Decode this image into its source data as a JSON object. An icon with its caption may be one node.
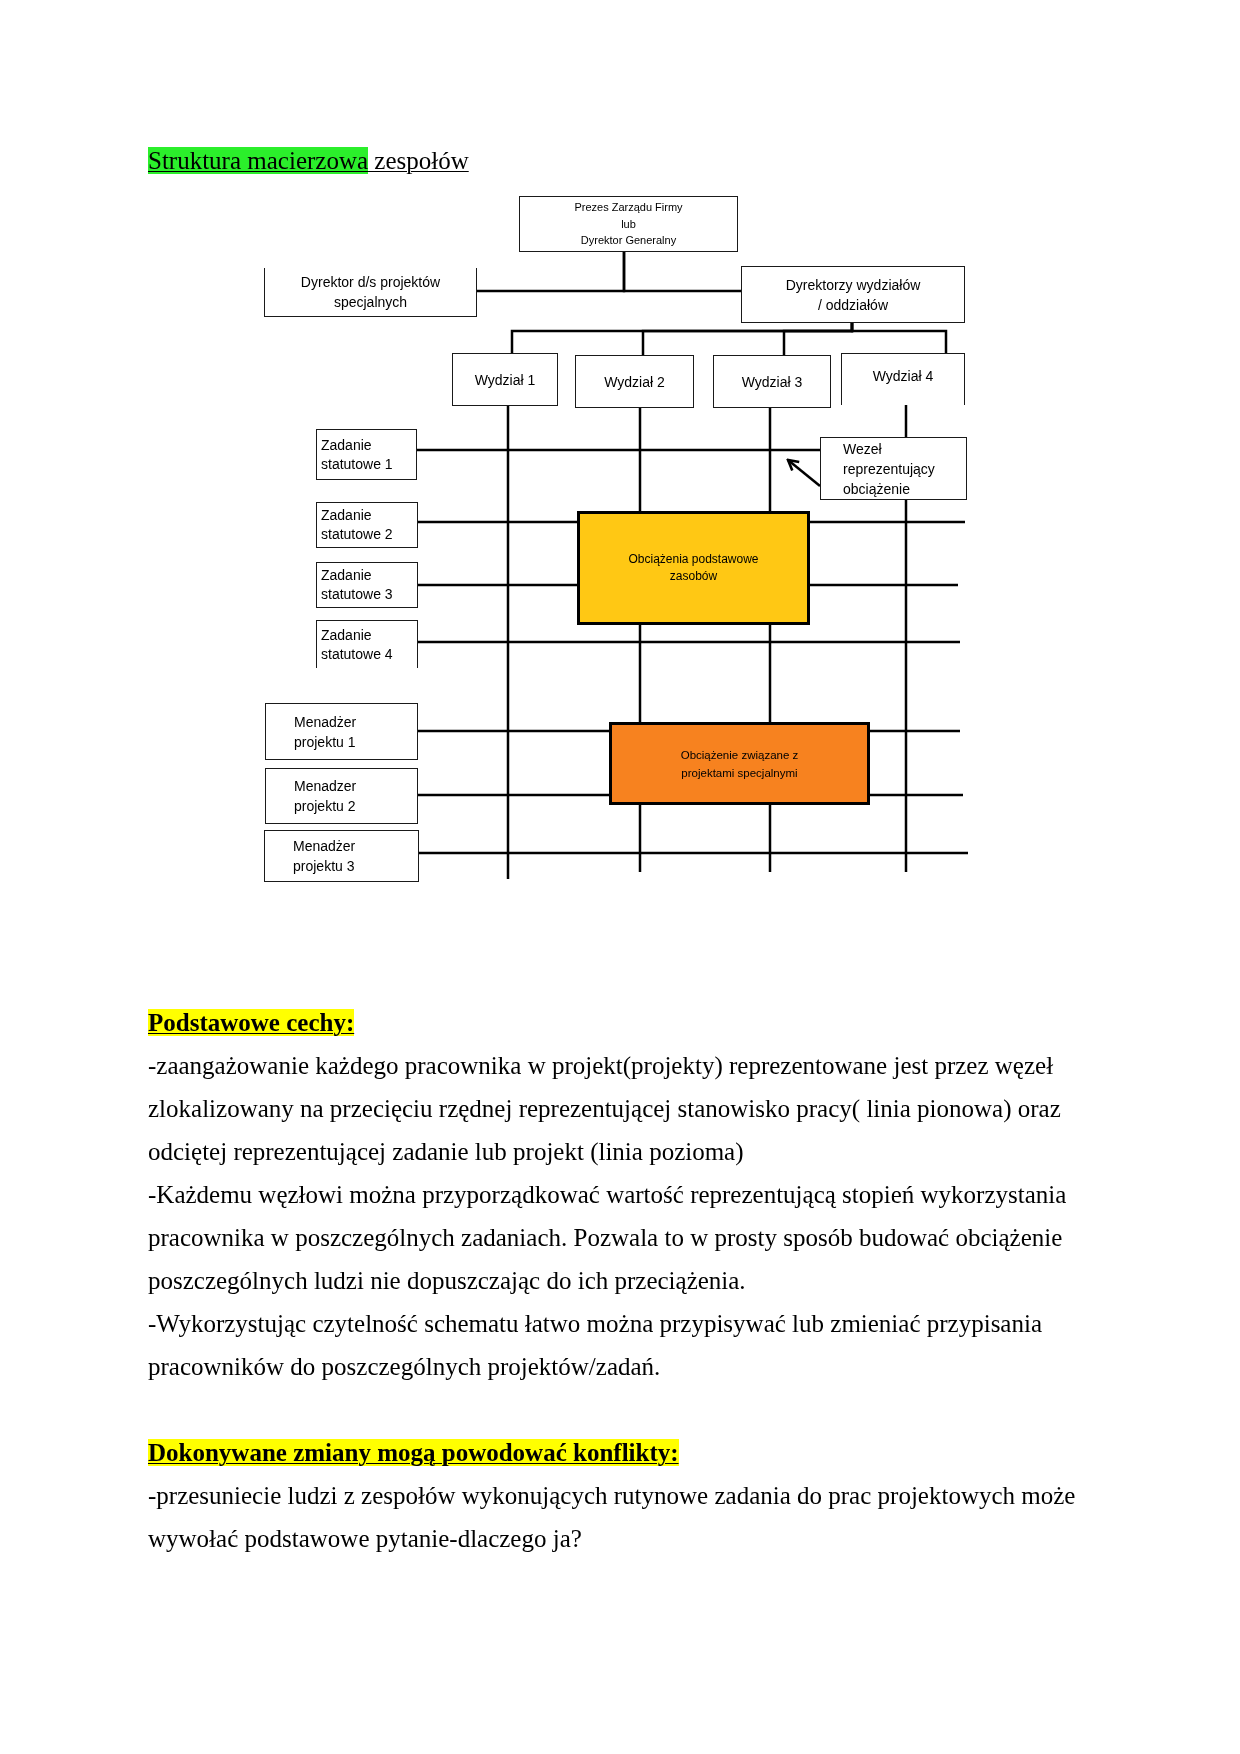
{
  "diagram": {
    "title": "Struktura macierzowa zespołów",
    "nodes": [
      {
        "text": [
          "Prezes Zarządu Firmy",
          "lub",
          "Dyrektor Generalny"
        ]
      },
      {
        "text": [
          "Dyrektor d/s projektów specjalnych"
        ]
      },
      {
        "text": [
          "Dyrektorzy wydziałów / oddziałów"
        ]
      },
      {
        "text": [
          "Wydział 1"
        ]
      },
      {
        "text": [
          "Wydział 2"
        ]
      },
      {
        "text": [
          "Wydział 3"
        ]
      },
      {
        "text": [
          "Wydział 4"
        ]
      },
      {
        "text": [
          "Zadanie statutowe 1"
        ]
      },
      {
        "text": [
          "Wezeł reprezentujący obciążenie"
        ]
      },
      {
        "text": [
          "Zadanie statutowe 2"
        ]
      },
      {
        "text": [
          "Obciążenia podstawowe zasobów"
        ]
      },
      {
        "text": [
          "Zadanie statutowe 3"
        ]
      },
      {
        "text": [
          "Zadanie statutowe 4"
        ]
      },
      {
        "text": [
          "Menadżer projektu 1"
        ]
      },
      {
        "text": [
          "Obciążenie związane z projektami specjalnymi"
        ]
      },
      {
        "text": [
          "Menadzer projektu 2"
        ]
      },
      {
        "text": [
          "Menadżer projektu 3"
        ]
      }
    ],
    "edges": [
      {
        "from": 0,
        "to": 1,
        "arrow": "none"
      },
      {
        "from": 0,
        "to": 2,
        "arrow": "none"
      },
      {
        "from": 2,
        "to": 3,
        "arrow": "none"
      },
      {
        "from": 2,
        "to": 4,
        "arrow": "none"
      },
      {
        "from": 2,
        "to": 5,
        "arrow": "none"
      },
      {
        "from": 2,
        "to": 6,
        "arrow": "none"
      },
      {
        "from": 3,
        "to": null,
        "arrow": "none"
      },
      {
        "from": 4,
        "to": 10,
        "arrow": "none"
      },
      {
        "from": 5,
        "to": 10,
        "arrow": "none"
      },
      {
        "from": 6,
        "to": 8,
        "arrow": "none"
      },
      {
        "from": 10,
        "to": 14,
        "arrow": "none"
      },
      {
        "from": 10,
        "to": 14,
        "arrow": "none"
      },
      {
        "from": 14,
        "to": null,
        "arrow": "none"
      },
      {
        "from": 14,
        "to": null,
        "arrow": "none"
      },
      {
        "from": 8,
        "to": null,
        "arrow": "none"
      },
      {
        "from": 7,
        "to": 8,
        "arrow": "none"
      },
      {
        "from": 9,
        "to": 10,
        "arrow": "none"
      },
      {
        "from": 10,
        "to": null,
        "arrow": "none"
      },
      {
        "from": 11,
        "to": 10,
        "arrow": "none"
      },
      {
        "from": 10,
        "to": null,
        "arrow": "none"
      },
      {
        "from": 12,
        "to": null,
        "arrow": "none"
      },
      {
        "from": 13,
        "to": 14,
        "arrow": "none"
      },
      {
        "from": 14,
        "to": null,
        "arrow": "none"
      },
      {
        "from": 15,
        "to": 14,
        "arrow": "none"
      },
      {
        "from": 14,
        "to": null,
        "arrow": "none"
      },
      {
        "from": 16,
        "to": null,
        "arrow": "none"
      },
      {
        "from": 8,
        "to": null,
        "arrow": "to"
      }
    ],
    "labels": [
      "Podstawowe cechy:",
      "-zaangażowanie każdego pracownika w projekt(projekty) reprezentowane jest przez węzeł zlokalizowany na przecięciu rzędnej reprezentującej stanowisko pracy( linia pionowa) oraz odciętej reprezentującej zadanie lub projekt (linia pozioma)",
      "-Każdemu węzłowi można przyporządkować wartość reprezentującą stopień wykorzystania pracownika w poszczególnych zadaniach. Pozwala to w prosty sposób budować obciążenie poszczególnych ludzi nie dopuszczając do ich przeciążenia.",
      "-Wykorzystując czytelność schematu łatwo można przypisywać lub zmieniać przypisania pracowników do poszczególnych projektów/zadań.",
      "Dokonywane zmiany mogą powodować konflikty:",
      "-przesuniecie ludzi z zespołów wykonujących rutynowe zadania do prac projektowych może wywołać podstawowe pytanie-dlaczego ja?"
    ]
  }
}
